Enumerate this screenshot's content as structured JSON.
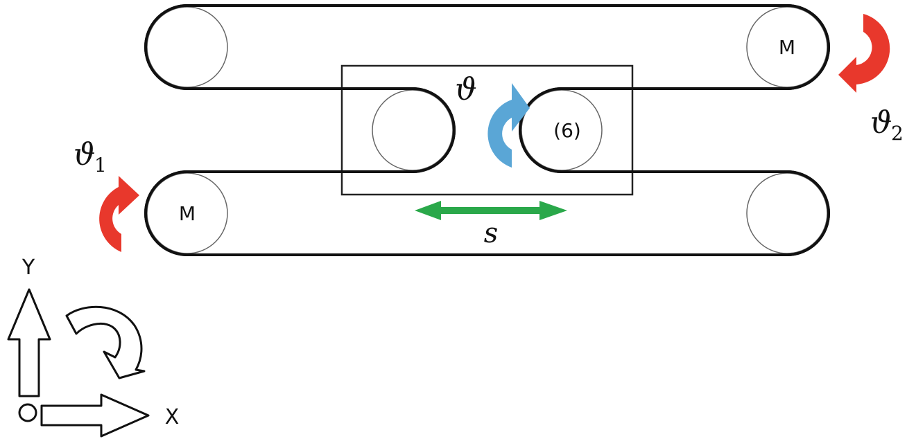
{
  "labels": {
    "motor_top_right": "M",
    "motor_bottom_left": "M",
    "pulley_center_right": "(6)",
    "theta": "ϑ",
    "theta1_base": "ϑ",
    "theta1_sub": "1",
    "theta2_base": "ϑ",
    "theta2_sub": "2",
    "displacement": "s",
    "axis_y": "Y",
    "axis_x": "X"
  },
  "colors": {
    "rotation_motor_arrow": "#e8382c",
    "rotation_center_arrow": "#5aa6d6",
    "displacement_arrow": "#2aa84a",
    "belt_stroke": "#111111",
    "pulley_stroke": "#666666"
  },
  "icons": {
    "motor_rotation": "curved-arrow-icon",
    "center_rotation": "curved-arrow-icon",
    "displacement": "double-headed-arrow-icon",
    "axis_y": "up-arrow-icon",
    "axis_x": "right-arrow-icon",
    "rotation_axis": "curved-arrow-outline-icon",
    "origin": "circle-icon"
  }
}
